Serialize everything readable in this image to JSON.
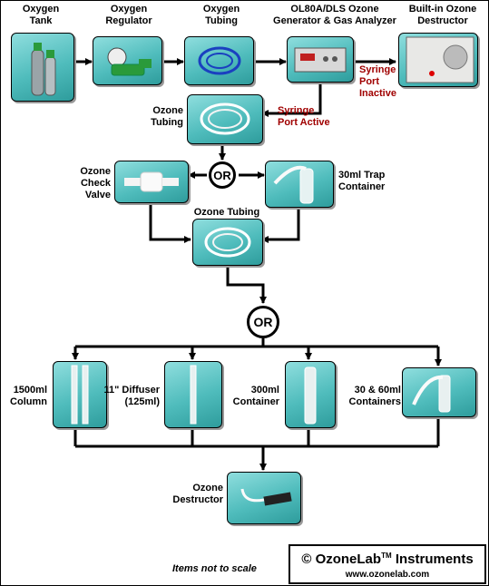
{
  "labels": {
    "oxygen_tank": "Oxygen\nTank",
    "oxygen_regulator": "Oxygen\nRegulator",
    "oxygen_tubing": "Oxygen\nTubing",
    "analyzer": "OL80A/DLS Ozone\nGenerator & Gas Analyzer",
    "builtin_destructor": "Built-in Ozone\nDestructor",
    "syringe_inactive": "Syringe\nPort\nInactive",
    "ozone_tubing_1": "Ozone\nTubing",
    "syringe_active": "Syringe\nPort Active",
    "check_valve": "Ozone\nCheck\nValve",
    "trap_container": "30ml Trap\nContainer",
    "ozone_tubing_2": "Ozone Tubing",
    "column_1500": "1500ml\nColumn",
    "diffuser": "11\" Diffuser\n(125ml)",
    "container_300": "300ml\nContainer",
    "containers_30_60": "30 & 60ml\nContainers",
    "ozone_destructor": "Ozone\nDestructor",
    "or_1": "OR",
    "or_2": "OR"
  },
  "footer": {
    "note": "Items not to scale",
    "copyright": "©",
    "brand": "OzoneLab",
    "trademark": "TM",
    "brand_suffix": "Instruments",
    "website": "www.ozonelab.com"
  },
  "colors": {
    "box_fill": "#4fbcbc",
    "accent_red": "#a00000",
    "wire": "#000000"
  }
}
